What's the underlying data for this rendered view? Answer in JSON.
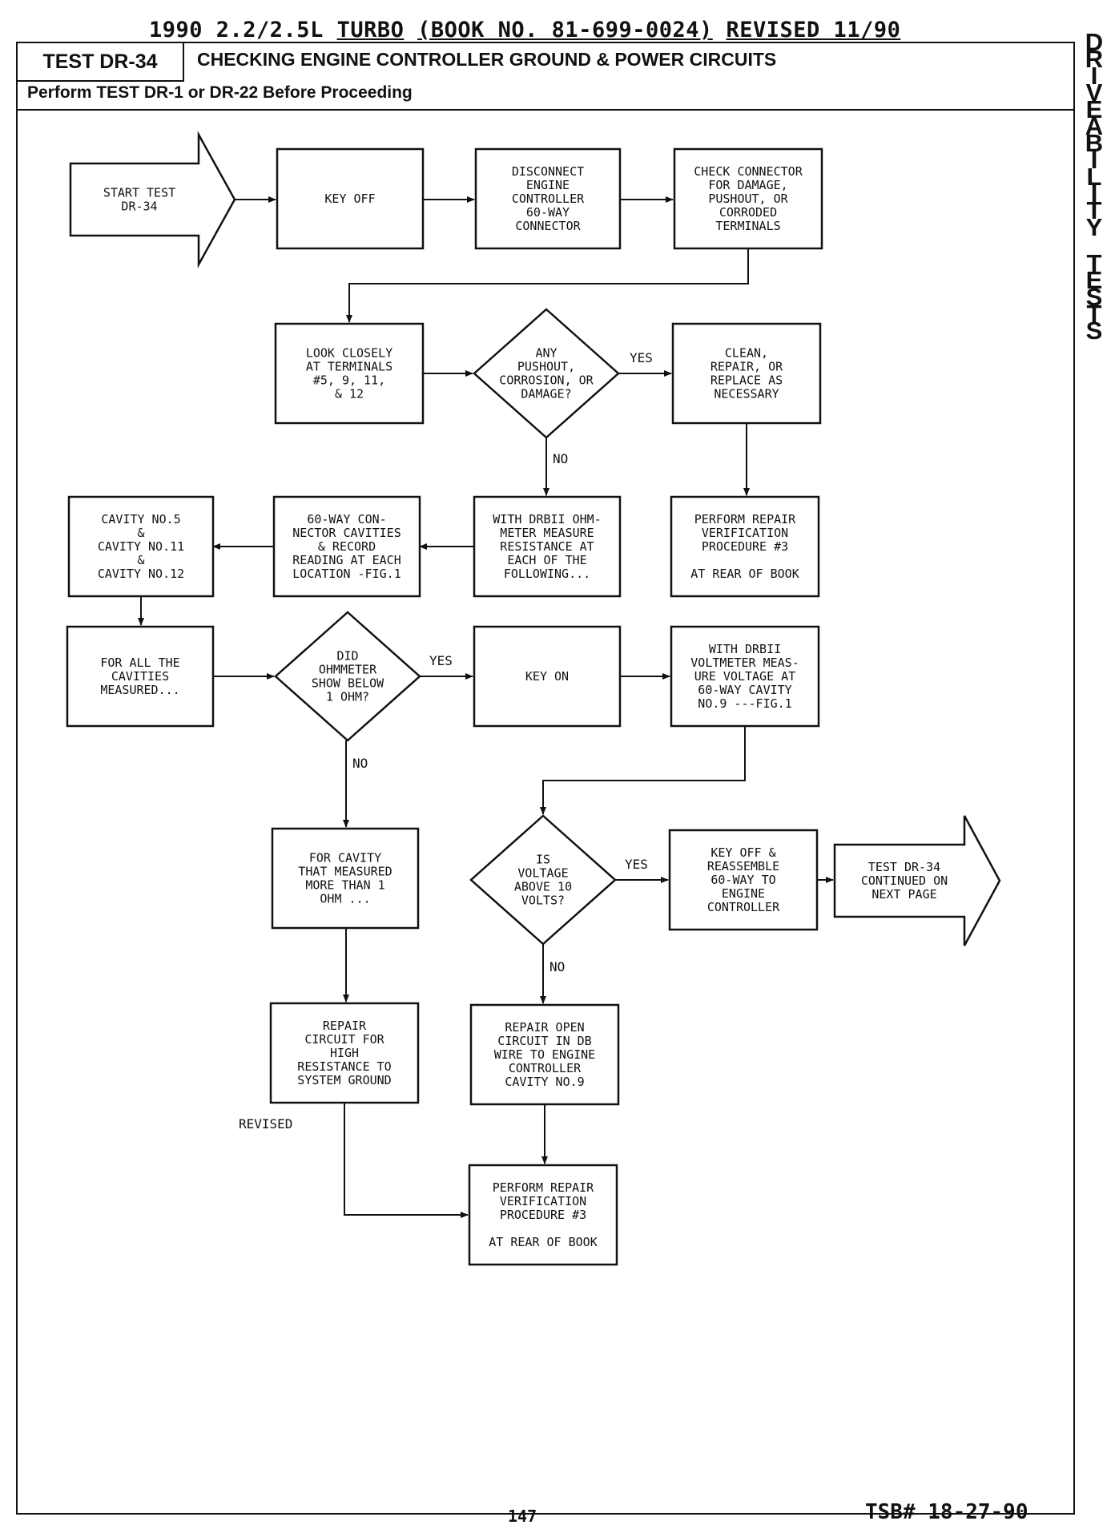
{
  "header": {
    "pre": "1990 2.2/2.5L ",
    "turbo": "TURBO",
    "book": "(BOOK NO. 81-699-0024)",
    "revised": "REVISED 11/90"
  },
  "test": {
    "id": "TEST DR-34",
    "title": "CHECKING ENGINE CONTROLLER GROUND & POWER CIRCUITS",
    "prerequisite": "Perform TEST DR-1 or DR-22 Before Proceeding"
  },
  "side_label": {
    "word1": [
      "D",
      "R",
      "I",
      "V",
      "E",
      "A",
      "B",
      "I",
      "L",
      "I",
      "T",
      "Y"
    ],
    "word2": [
      "T",
      "E",
      "S",
      "T",
      "S"
    ]
  },
  "nodes": {
    "start": [
      "START TEST",
      "DR-34"
    ],
    "key_off": [
      "KEY OFF"
    ],
    "disconnect": [
      "DISCONNECT",
      "ENGINE",
      "CONTROLLER",
      "60-WAY",
      "CONNECTOR"
    ],
    "check_connector": [
      "CHECK CONNECTOR",
      "FOR DAMAGE,",
      "PUSHOUT, OR",
      "CORRODED",
      "TERMINALS"
    ],
    "look_closely": [
      "LOOK CLOSELY",
      "AT TERMINALS",
      "#5, 9, 11,",
      "& 12"
    ],
    "any_pushout": [
      "ANY",
      "PUSHOUT,",
      "CORROSION, OR",
      "DAMAGE?"
    ],
    "clean_repair": [
      "CLEAN,",
      "REPAIR, OR",
      "REPLACE AS",
      "NECESSARY"
    ],
    "perform_repair_1": [
      "PERFORM REPAIR",
      "VERIFICATION",
      "PROCEDURE #3",
      "",
      "AT REAR OF BOOK"
    ],
    "with_drbii_ohm": [
      "WITH DRBII OHM-",
      "METER MEASURE",
      "RESISTANCE AT",
      "EACH OF THE",
      "FOLLOWING..."
    ],
    "sixty_way_cavities": [
      "60-WAY CON-",
      "NECTOR CAVITIES",
      "& RECORD",
      "READING AT EACH",
      "LOCATION -FIG.1"
    ],
    "cavity_list": [
      "CAVITY NO.5",
      "&",
      "CAVITY NO.11",
      "&",
      "CAVITY NO.12"
    ],
    "for_all_cavities": [
      "FOR ALL THE",
      "CAVITIES",
      "MEASURED..."
    ],
    "did_ohmmeter": [
      "DID",
      "OHMMETER",
      "SHOW BELOW",
      "1 OHM?"
    ],
    "key_on": [
      "KEY ON"
    ],
    "with_drbii_volt": [
      "WITH DRBII",
      "VOLTMETER MEAS-",
      "URE VOLTAGE AT",
      "60-WAY CAVITY",
      "NO.9 ---FIG.1"
    ],
    "for_cavity": [
      "FOR CAVITY",
      "THAT MEASURED",
      "MORE THAN 1",
      "OHM ..."
    ],
    "is_voltage": [
      "IS",
      "VOLTAGE",
      "ABOVE 10",
      "VOLTS?"
    ],
    "key_off_reassemble": [
      "KEY OFF &",
      "REASSEMBLE",
      "60-WAY TO",
      "ENGINE",
      "CONTROLLER"
    ],
    "continued": [
      "TEST DR-34",
      "CONTINUED ON",
      "NEXT PAGE"
    ],
    "repair_circuit": [
      "REPAIR",
      "CIRCUIT FOR",
      "HIGH",
      "RESISTANCE TO",
      "SYSTEM GROUND"
    ],
    "repair_open": [
      "REPAIR OPEN",
      "CIRCUIT IN DB",
      "WIRE TO ENGINE",
      "CONTROLLER",
      "CAVITY NO.9"
    ],
    "perform_repair_2": [
      "PERFORM REPAIR",
      "VERIFICATION",
      "PROCEDURE #3",
      "",
      "AT REAR OF BOOK"
    ]
  },
  "edge_labels": {
    "yes_1": "YES",
    "no_1": "NO",
    "yes_2": "YES",
    "no_2": "NO",
    "yes_3": "YES",
    "no_3": "NO",
    "revised": "REVISED"
  },
  "footer": {
    "page": "147",
    "tsb": "TSB# 18-27-90"
  }
}
